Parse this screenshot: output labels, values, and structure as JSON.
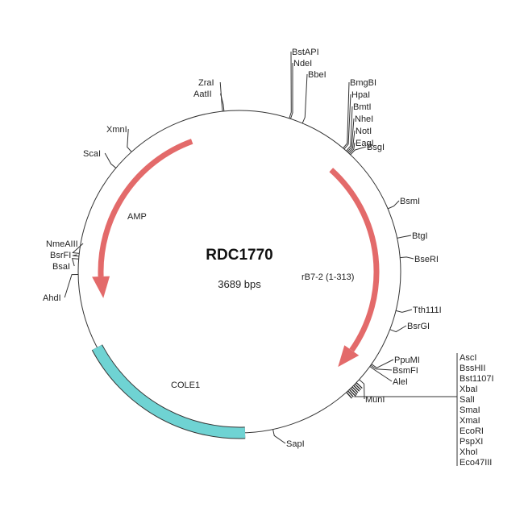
{
  "plasmid": {
    "name": "RDC1770",
    "size": "3689 bps"
  },
  "features": [
    {
      "name": "AMP",
      "color": "#e36a6a"
    },
    {
      "name": "rB7-2 (1-313)",
      "color": "#e36a6a"
    },
    {
      "name": "COLE1",
      "color": "#6fd3d3"
    }
  ],
  "sites": {
    "zra": "ZraI",
    "aat": "AatII",
    "bstapi": "BstAPI",
    "nde": "NdeI",
    "bbe": "BbeI",
    "bmgbi": "BmgBI",
    "hpa": "HpaI",
    "bmt": "BmtI",
    "nhe": "NheI",
    "not": "NotI",
    "eag": "EagI",
    "bsg": "BsgI",
    "xmn": "XmnI",
    "sca": "ScaI",
    "nmeaiii": "NmeAIII",
    "bsrfi": "BsrFI",
    "bsa": "BsaI",
    "ahd": "AhdI",
    "bsm": "BsmI",
    "btg": "BtgI",
    "bseri": "BseRI",
    "tth": "Tth111I",
    "bsrgi": "BsrGI",
    "ppumi": "PpuMI",
    "bsmfi": "BsmFI",
    "ale": "AleI",
    "mun": "MunI",
    "sap": "SapI",
    "mcs": [
      "AscI",
      "BssHII",
      "Bst1107I",
      "XbaI",
      "SalI",
      "SmaI",
      "XmaI",
      "EcoRI",
      "PspXI",
      "XhoI",
      "Eco47III"
    ]
  }
}
